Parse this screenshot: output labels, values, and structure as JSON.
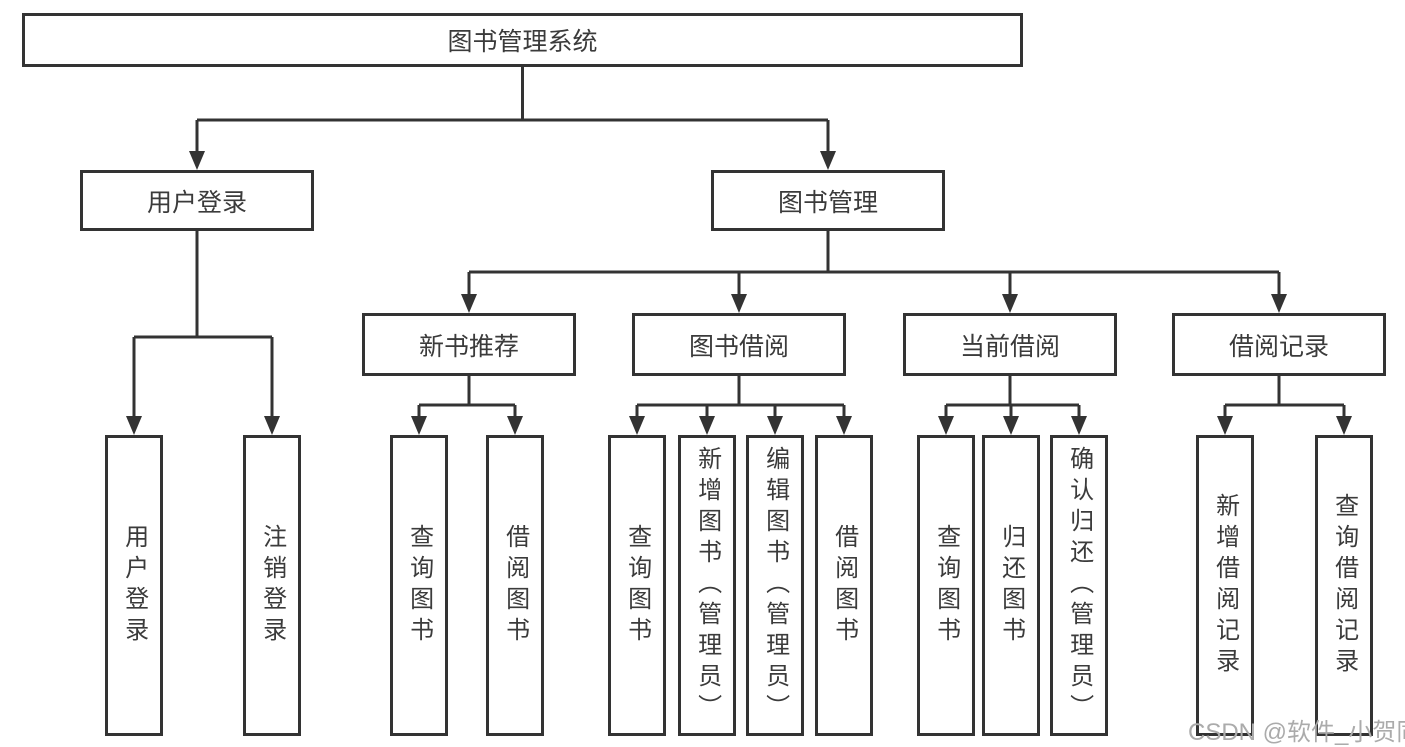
{
  "colors": {
    "line": "#333333",
    "text": "#3b3b3b",
    "box_background": "#ffffff",
    "watermark": "#ababab"
  },
  "watermark": "CSDN @软件_小贺同学",
  "tree": {
    "label": "图书管理系统",
    "children": [
      {
        "label": "用户登录",
        "children": [
          {
            "label": "用户登录"
          },
          {
            "label": "注销登录"
          }
        ]
      },
      {
        "label": "图书管理",
        "children": [
          {
            "label": "新书推荐",
            "children": [
              {
                "label": "查询图书"
              },
              {
                "label": "借阅图书"
              }
            ]
          },
          {
            "label": "图书借阅",
            "children": [
              {
                "label": "查询图书"
              },
              {
                "label": "新增图书（管理员）"
              },
              {
                "label": "编辑图书（管理员）"
              },
              {
                "label": "借阅图书"
              }
            ]
          },
          {
            "label": "当前借阅",
            "children": [
              {
                "label": "查询图书"
              },
              {
                "label": "归还图书"
              },
              {
                "label": "确认归还（管理员）"
              }
            ]
          },
          {
            "label": "借阅记录",
            "children": [
              {
                "label": "新增借阅记录"
              },
              {
                "label": "查询借阅记录"
              }
            ]
          }
        ]
      }
    ]
  }
}
